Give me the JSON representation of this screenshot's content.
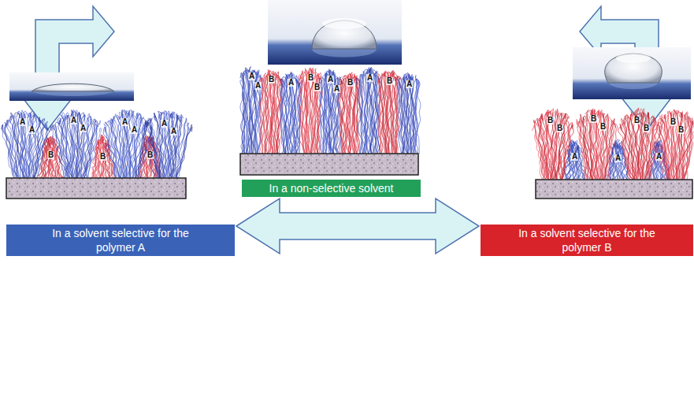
{
  "diagram": {
    "nodes": [
      {
        "text": [
          "In a non-selective solvent"
        ]
      },
      {
        "text": [
          "In a solvent selective for the polymer A"
        ]
      },
      {
        "text": [
          "In a solvent selective for the polymer B"
        ]
      }
    ],
    "edges": [
      {
        "from": 1,
        "to": 2,
        "arrow": "both"
      }
    ],
    "labels": [
      "A",
      "A",
      "B",
      "A",
      "B",
      "B",
      "A",
      "A",
      "B",
      "A",
      "B",
      "A",
      "A",
      "A",
      "A",
      "A",
      "A",
      "A",
      "A",
      "A",
      "B",
      "B",
      "B",
      "B",
      "B",
      "B",
      "B",
      "B",
      "B",
      "B",
      "B",
      "A",
      "A",
      "A"
    ]
  }
}
